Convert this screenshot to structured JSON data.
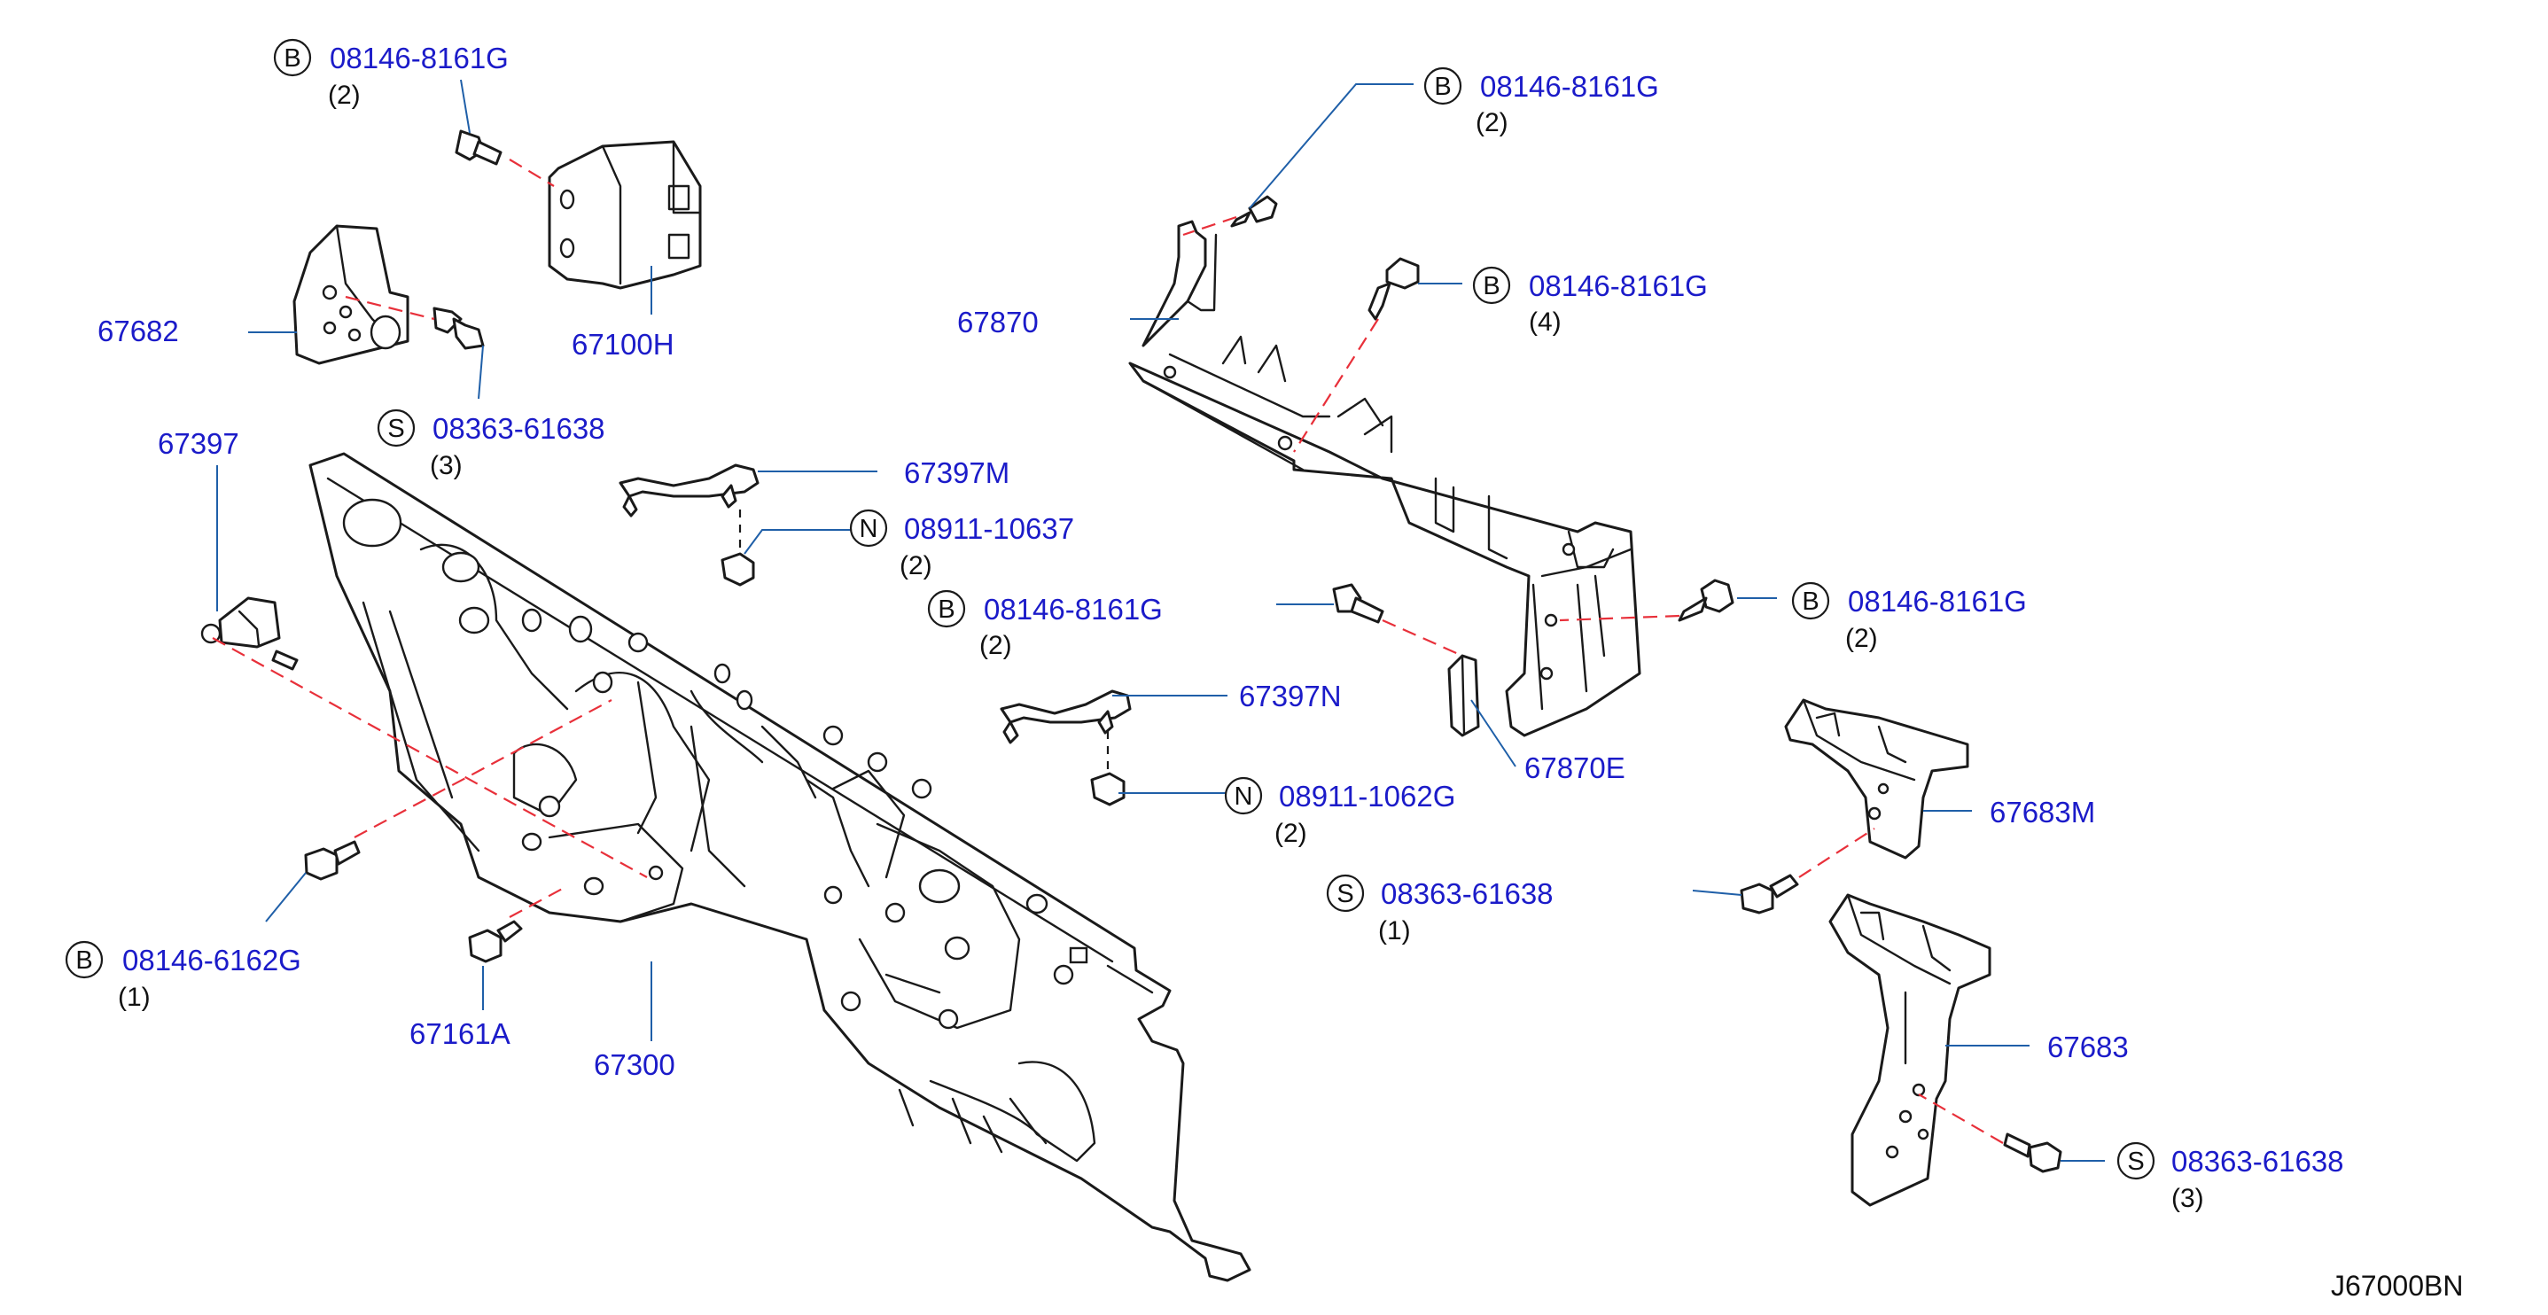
{
  "diagram_code": "J67000BN",
  "callouts": [
    {
      "id": "c1",
      "symbol": "B",
      "part": "08146-8161G",
      "qty": "(2)"
    },
    {
      "id": "c2",
      "symbol": "",
      "part": "67682",
      "qty": ""
    },
    {
      "id": "c3",
      "symbol": "",
      "part": "67100H",
      "qty": ""
    },
    {
      "id": "c4",
      "symbol": "S",
      "part": "08363-61638",
      "qty": "(3)"
    },
    {
      "id": "c5",
      "symbol": "",
      "part": "67397",
      "qty": ""
    },
    {
      "id": "c6",
      "symbol": "",
      "part": "67397M",
      "qty": ""
    },
    {
      "id": "c7",
      "symbol": "N",
      "part": "08911-10637",
      "qty": "(2)"
    },
    {
      "id": "c8",
      "symbol": "B",
      "part": "08146-8161G",
      "qty": "(2)"
    },
    {
      "id": "c9",
      "symbol": "",
      "part": "67397N",
      "qty": ""
    },
    {
      "id": "c10",
      "symbol": "N",
      "part": "08911-1062G",
      "qty": "(2)"
    },
    {
      "id": "c11",
      "symbol": "B",
      "part": "08146-6162G",
      "qty": "(1)"
    },
    {
      "id": "c12",
      "symbol": "",
      "part": "67161A",
      "qty": ""
    },
    {
      "id": "c13",
      "symbol": "",
      "part": "67300",
      "qty": ""
    },
    {
      "id": "c14",
      "symbol": "B",
      "part": "08146-8161G",
      "qty": "(2)"
    },
    {
      "id": "c15",
      "symbol": "",
      "part": "67870",
      "qty": ""
    },
    {
      "id": "c16",
      "symbol": "B",
      "part": "08146-8161G",
      "qty": "(4)"
    },
    {
      "id": "c17",
      "symbol": "B",
      "part": "08146-8161G",
      "qty": "(2)"
    },
    {
      "id": "c18",
      "symbol": "",
      "part": "67870E",
      "qty": ""
    },
    {
      "id": "c19",
      "symbol": "",
      "part": "67683M",
      "qty": ""
    },
    {
      "id": "c20",
      "symbol": "S",
      "part": "08363-61638",
      "qty": "(1)"
    },
    {
      "id": "c21",
      "symbol": "",
      "part": "67683",
      "qty": ""
    },
    {
      "id": "c22",
      "symbol": "S",
      "part": "08363-61638",
      "qty": "(3)"
    }
  ]
}
